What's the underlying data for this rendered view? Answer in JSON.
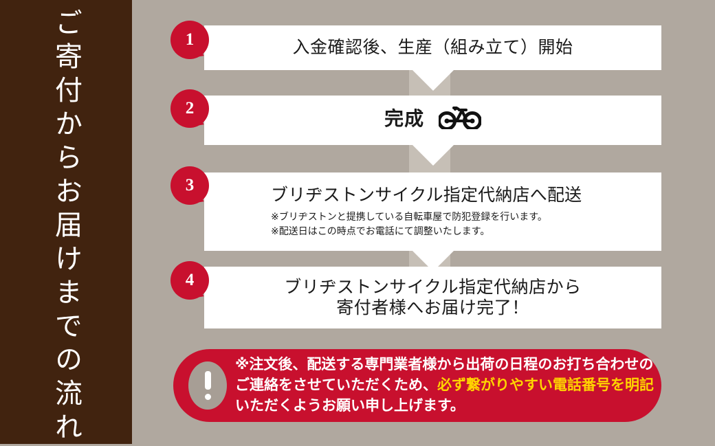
{
  "sidebar": {
    "title": "ご寄付からお届けまでの流れ",
    "bg_color": "#41230f",
    "text_color": "#ffffff"
  },
  "theme": {
    "background": "#b0a89f",
    "connector": "#c6bfb6",
    "accent_red": "#c8102e",
    "box": "#ffffff",
    "highlight_yellow": "#ffd400",
    "icon_gray": "#a79e95"
  },
  "steps": [
    {
      "number": "1",
      "title": "入金確認後、生産（組み立て）開始",
      "notes": []
    },
    {
      "number": "2",
      "title": "完成",
      "icon": "bicycle-icon",
      "notes": []
    },
    {
      "number": "3",
      "title": "ブリヂストンサイクル指定代納店へ配送",
      "notes": [
        "※ブリヂストンと提携している自転車屋で防犯登録を行います。",
        "※配送日はこの時点でお電話にて調整いたします。"
      ]
    },
    {
      "number": "4",
      "title_line1": "ブリヂストンサイクル指定代納店から",
      "title_line2": "寄付者様へお届け完了！",
      "notes": []
    }
  ],
  "notice": {
    "icon": "exclamation-icon",
    "line1": "※注文後、配送する専門業者様から出荷の日程のお打ち合わせの",
    "line2_pre": "ご連絡をさせていただくため、",
    "line2_highlight": "必ず繋がりやすい電話番号を明記",
    "line3": "いただくようお願い申し上げます。"
  }
}
